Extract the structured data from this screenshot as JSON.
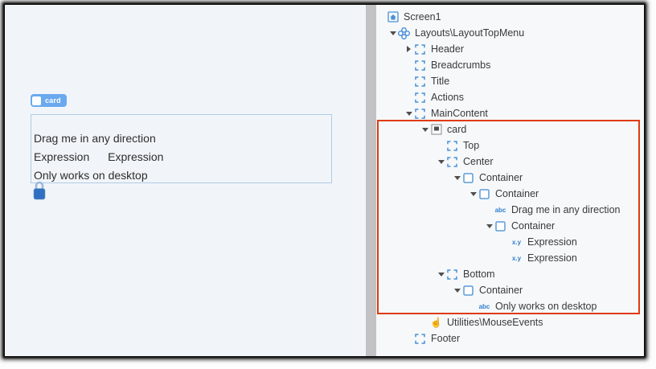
{
  "colors": {
    "accent_blue": "#4a90d6",
    "container_blue": "#5b9bd5",
    "tag_blue": "#6aa9ee",
    "lock_blue": "#2f70c2",
    "highlight_red": "#e03a12",
    "canvas_bg": "#f1f5f9",
    "panel_bg": "#f6f8fa"
  },
  "canvas": {
    "tag_label": "card",
    "card_lines": {
      "line1": "Drag me in any direction",
      "expr1": "Expression",
      "expr2": "Expression",
      "line3": "Only works on desktop"
    },
    "lock_icon": "padlock-icon"
  },
  "tree": {
    "items": [
      {
        "label": "Screen1",
        "level": 0,
        "icon": "screen",
        "arrow": "none",
        "highlighted": false
      },
      {
        "label": "Layouts\\LayoutTopMenu",
        "level": 1,
        "icon": "webblock",
        "arrow": "down",
        "highlighted": false
      },
      {
        "label": "Header",
        "level": 2,
        "icon": "placeholder",
        "arrow": "right",
        "highlighted": false
      },
      {
        "label": "Breadcrumbs",
        "level": 2,
        "icon": "placeholder",
        "arrow": "none",
        "highlighted": false
      },
      {
        "label": "Title",
        "level": 2,
        "icon": "placeholder",
        "arrow": "none",
        "highlighted": false
      },
      {
        "label": "Actions",
        "level": 2,
        "icon": "placeholder",
        "arrow": "none",
        "highlighted": false
      },
      {
        "label": "MainContent",
        "level": 2,
        "icon": "placeholder",
        "arrow": "down",
        "highlighted": false
      },
      {
        "label": "card",
        "level": 3,
        "icon": "webblock-instance",
        "arrow": "down",
        "highlighted": true
      },
      {
        "label": "Top",
        "level": 4,
        "icon": "placeholder",
        "arrow": "none",
        "highlighted": true
      },
      {
        "label": "Center",
        "level": 4,
        "icon": "placeholder",
        "arrow": "down",
        "highlighted": true
      },
      {
        "label": "Container",
        "level": 5,
        "icon": "container",
        "arrow": "down",
        "highlighted": true
      },
      {
        "label": "Container",
        "level": 6,
        "icon": "container",
        "arrow": "down",
        "highlighted": true
      },
      {
        "label": "Drag me in any direction",
        "level": 7,
        "icon": "text",
        "arrow": "none",
        "highlighted": true
      },
      {
        "label": "Container",
        "level": 7,
        "icon": "container",
        "arrow": "down",
        "highlighted": true
      },
      {
        "label": "Expression",
        "level": 8,
        "icon": "expression",
        "arrow": "none",
        "highlighted": true
      },
      {
        "label": "Expression",
        "level": 8,
        "icon": "expression",
        "arrow": "none",
        "highlighted": true
      },
      {
        "label": "Bottom",
        "level": 4,
        "icon": "placeholder",
        "arrow": "down",
        "highlighted": true
      },
      {
        "label": "Container",
        "level": 5,
        "icon": "container",
        "arrow": "down",
        "highlighted": true
      },
      {
        "label": "Only works on desktop",
        "level": 6,
        "icon": "text",
        "arrow": "none",
        "highlighted": true
      },
      {
        "label": "Utilities\\MouseEvents",
        "level": 3,
        "icon": "touch",
        "arrow": "none",
        "highlighted": false
      },
      {
        "label": "Footer",
        "level": 2,
        "icon": "placeholder",
        "arrow": "none",
        "highlighted": false
      }
    ],
    "icon_glyphs": {
      "text": "abc",
      "expression": "x.y",
      "touch": "☝"
    }
  }
}
